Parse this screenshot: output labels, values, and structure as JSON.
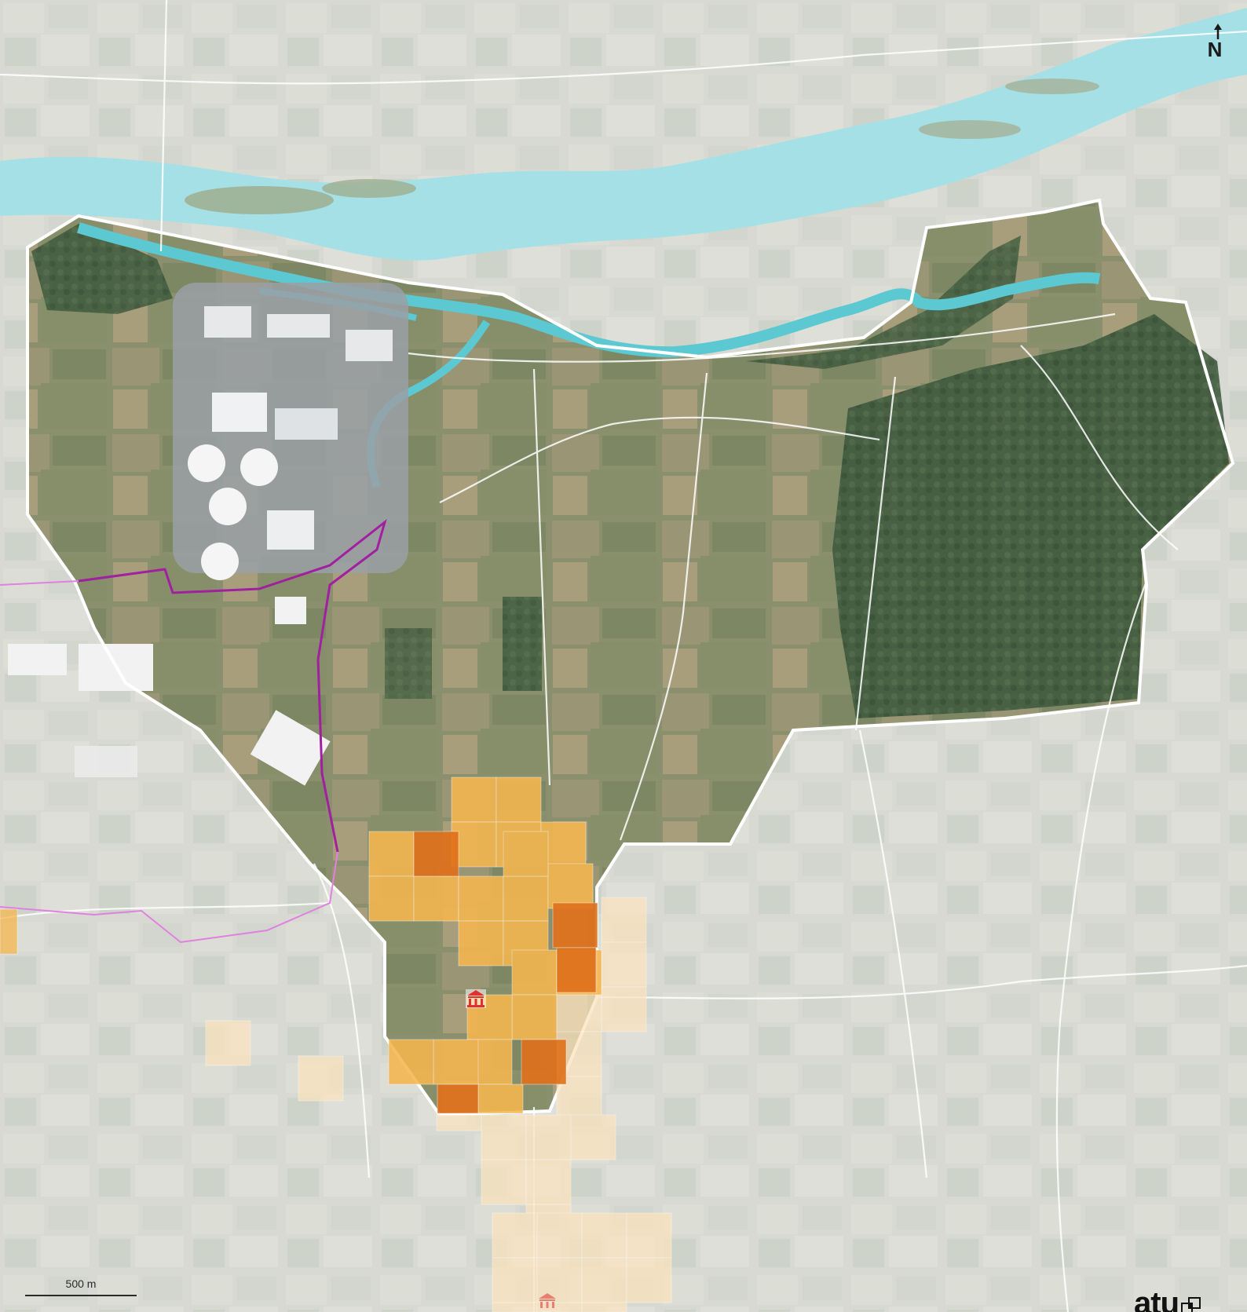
{
  "map": {
    "north_label": "N",
    "scale_label": "500 m",
    "logo_text": "atu",
    "colors": {
      "river": "#9fe0e6",
      "canal": "#5fcdd6",
      "boundary": "#ffffff",
      "district_line": "#a020a0",
      "heat_low": "#fbe3bf",
      "heat_mid": "#f6b64f",
      "heat_high": "#e0701a",
      "heritage_marker": "#e03030"
    },
    "icons": [
      "north-arrow-icon",
      "heritage-monument-icon",
      "atu-logo-icon"
    ]
  }
}
